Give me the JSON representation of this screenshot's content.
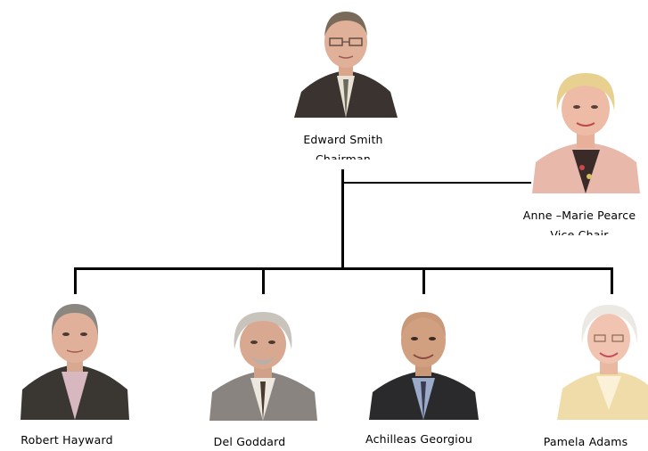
{
  "org_chart": {
    "chairman": {
      "name": "Edward Smith",
      "role": "Chairman"
    },
    "vice_chair": {
      "name": "Anne –Marie Pearce",
      "role": "Vice Chair"
    },
    "members": [
      {
        "name": "Robert Hayward"
      },
      {
        "name": "Del Goddard"
      },
      {
        "name": "Achilleas Georgiou"
      },
      {
        "name": "Pamela Adams"
      }
    ]
  },
  "colors": {
    "connector": "#000000",
    "text": "#000000",
    "background": "#ffffff"
  }
}
